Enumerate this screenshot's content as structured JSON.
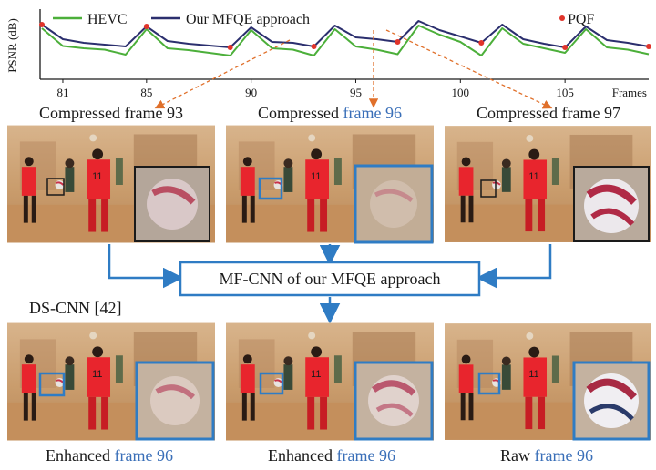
{
  "chart_data": {
    "type": "line",
    "ylabel": "PSNR (dB)",
    "xlabel": "Frames",
    "xlim": [
      80,
      109
    ],
    "x_ticks": [
      81,
      85,
      90,
      95,
      100,
      105
    ],
    "x": [
      80,
      81,
      82,
      83,
      84,
      85,
      86,
      87,
      88,
      89,
      90,
      91,
      92,
      93,
      94,
      95,
      96,
      97,
      98,
      99,
      100,
      101,
      102,
      103,
      104,
      105,
      106,
      107,
      108,
      109
    ],
    "series": [
      {
        "name": "HEVC",
        "color": "#4caf3a",
        "values": [
          0.82,
          0.43,
          0.38,
          0.35,
          0.24,
          0.8,
          0.38,
          0.34,
          0.28,
          0.22,
          0.78,
          0.38,
          0.35,
          0.22,
          0.8,
          0.42,
          0.35,
          0.25,
          0.88,
          0.68,
          0.52,
          0.22,
          0.82,
          0.48,
          0.38,
          0.28,
          0.8,
          0.4,
          0.35,
          0.25
        ]
      },
      {
        "name": "Our MFQE approach",
        "color": "#2b2f6e",
        "values": [
          0.9,
          0.58,
          0.5,
          0.46,
          0.42,
          0.86,
          0.54,
          0.48,
          0.44,
          0.4,
          0.84,
          0.52,
          0.5,
          0.42,
          0.88,
          0.62,
          0.58,
          0.52,
          0.98,
          0.78,
          0.64,
          0.5,
          0.9,
          0.58,
          0.48,
          0.4,
          0.86,
          0.56,
          0.5,
          0.42
        ]
      }
    ],
    "pqf_label": "PQF",
    "pqf_color": "#e0342b",
    "pqf_frames": [
      80,
      85,
      89,
      93,
      97,
      101,
      105,
      109
    ]
  },
  "captions": {
    "top_left": "Compressed frame 93",
    "top_mid_prefix": "Compressed ",
    "top_mid_blue": "frame 96",
    "top_right": "Compressed frame 97",
    "center_box": "MF-CNN of our MFQE approach",
    "ds_cnn": "DS-CNN [42]",
    "bottom_left_prefix": "Enhanced ",
    "bottom_left_blue": "frame  96",
    "bottom_mid_prefix": "Enhanced ",
    "bottom_mid_blue": "frame  96",
    "bottom_right_prefix": "Raw ",
    "bottom_right_blue": "frame 96"
  },
  "colors": {
    "accent_blue": "#2f7cc4",
    "arrow_orange": "#e0702b",
    "court_floor": "#c89a66",
    "wall": "#c9a27a",
    "jersey_red": "#e8252d"
  }
}
